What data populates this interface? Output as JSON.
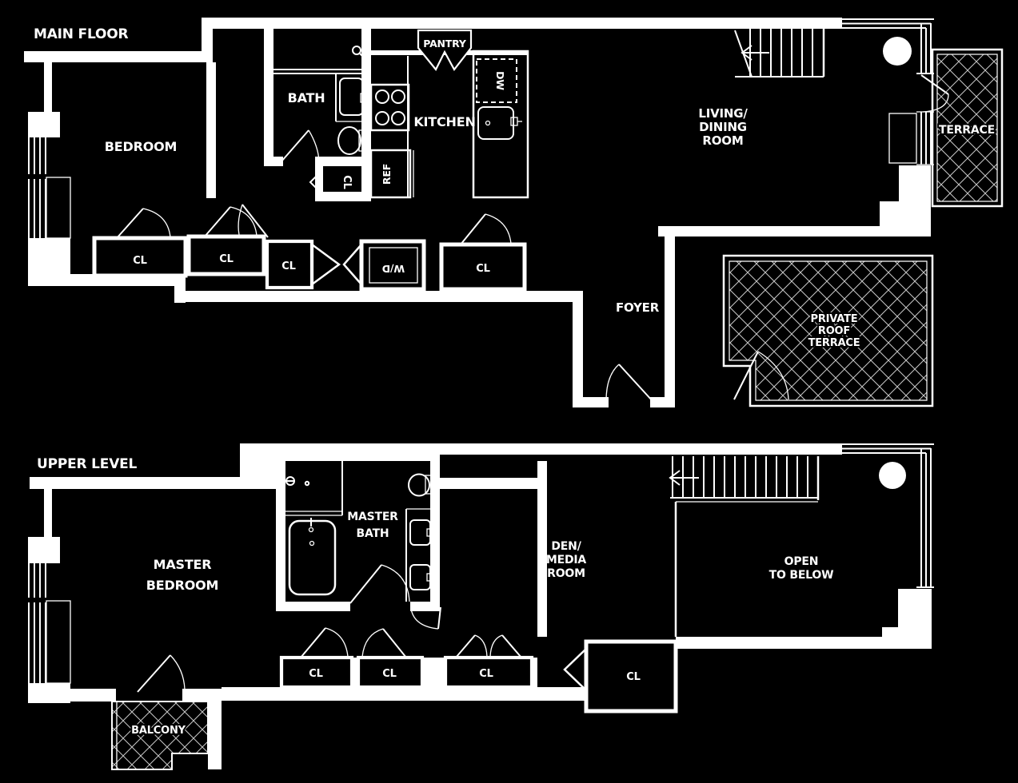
{
  "colors": {
    "background": "#000000",
    "walls": "#ffffff",
    "hatch": "#c9c9c9"
  },
  "main_floor": {
    "title": "MAIN FLOOR",
    "rooms": {
      "bedroom": "BEDROOM",
      "bath": "BATH",
      "kitchen": "KITCHEN",
      "pantry": "PANTRY",
      "living1": "LIVING/",
      "living2": "DINING",
      "living3": "ROOM",
      "foyer": "FOYER",
      "terrace": "TERRACE",
      "roof_terrace1": "PRIVATE",
      "roof_terrace2": "ROOF",
      "roof_terrace3": "TERRACE"
    },
    "fixtures": {
      "refrigerator": "REF",
      "dishwasher": "DW",
      "washer_dryer": "W/D"
    },
    "closets": {
      "cl1": "CL",
      "cl2": "CL",
      "cl3": "CL",
      "cl_bath": "CL",
      "cl4": "CL"
    }
  },
  "upper_level": {
    "title": "UPPER LEVEL",
    "rooms": {
      "master1": "MASTER",
      "master2": "BEDROOM",
      "master_bath1": "MASTER",
      "master_bath2": "BATH",
      "den1": "DEN/",
      "den2": "MEDIA",
      "den3": "ROOM",
      "open1": "OPEN",
      "open2": "TO BELOW",
      "balcony": "BALCONY"
    },
    "closets": {
      "cl1": "CL",
      "cl2": "CL",
      "cl3": "CL",
      "cl4": "CL"
    }
  }
}
